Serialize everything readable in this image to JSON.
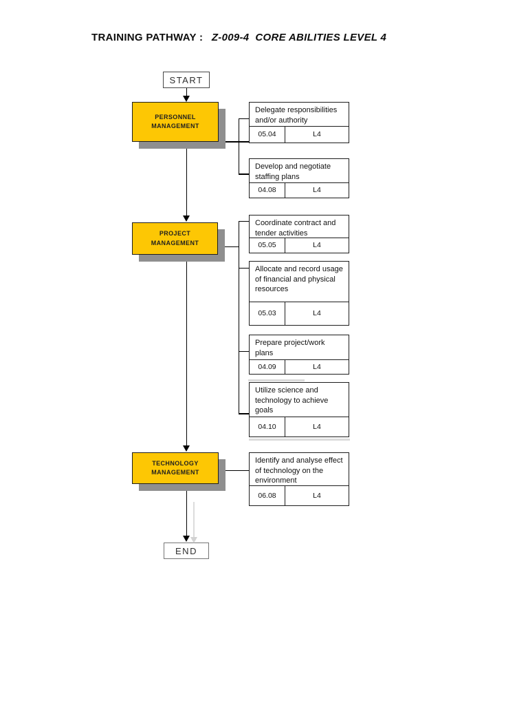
{
  "title": {
    "label": "TRAINING PATHWAY : ",
    "emphasis": "Z-009-4  CORE ABILITIES LEVEL 4"
  },
  "flow": {
    "start_label": "START",
    "end_label": "END"
  },
  "colors": {
    "module_fill": "#FDC704",
    "module_shadow": "#8f8f8f",
    "connector": "#000000",
    "ghost_arrow": "#dcdcdc"
  },
  "groups": [
    {
      "module": {
        "label": "PERSONNEL MANAGEMENT"
      },
      "tasks": [
        {
          "title": "Delegate responsibilities and/or authority",
          "code": "05.04",
          "level": "L4"
        },
        {
          "title": "Develop and negotiate staffing plans",
          "code": "04.08",
          "level": "L4"
        }
      ]
    },
    {
      "module": {
        "label": "PROJECT MANAGEMENT"
      },
      "tasks": [
        {
          "title": "Coordinate contract and tender activities",
          "code": "05.05",
          "level": "L4"
        },
        {
          "title": "Allocate and record usage of financial and physical resources",
          "code": "05.03",
          "level": "L4"
        },
        {
          "title": "Prepare project/work plans",
          "code": "04.09",
          "level": "L4"
        },
        {
          "title": "Utilize science and technology to achieve goals",
          "code": "04.10",
          "level": "L4"
        }
      ]
    },
    {
      "module": {
        "label": "TECHNOLOGY MANAGEMENT"
      },
      "tasks": [
        {
          "title": "Identify and analyse effect of technology on the environment",
          "code": "06.08",
          "level": "L4"
        }
      ]
    }
  ]
}
